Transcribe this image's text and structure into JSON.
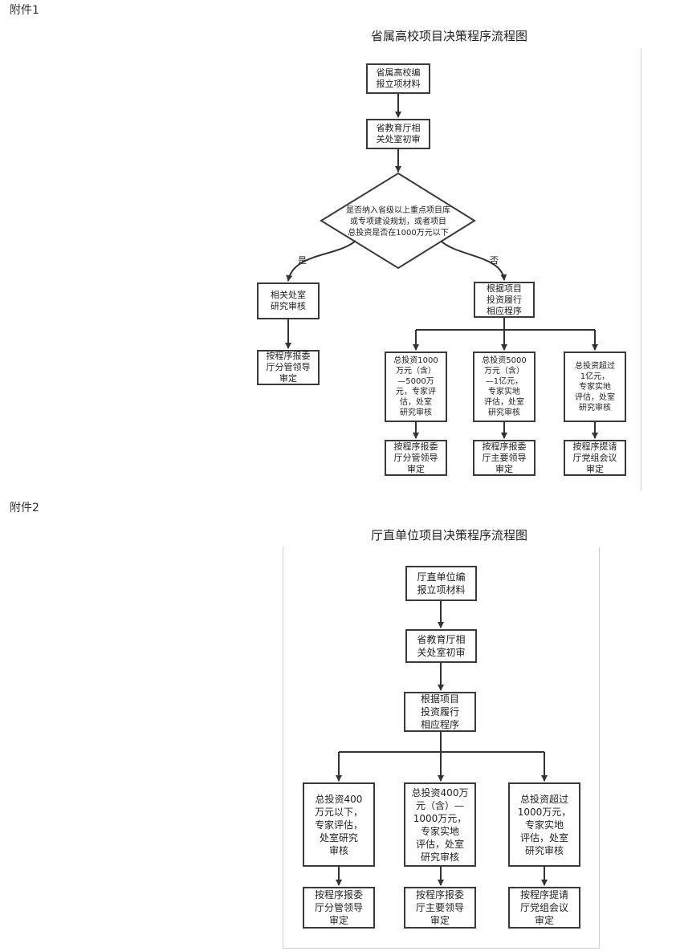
{
  "attachment1": {
    "label": "附件1",
    "title": "省属高校项目决策程序流程图",
    "nodes": {
      "submit": "省属高校编\n报立项材料",
      "prelim": "省教育厅相\n关处室初审",
      "decision": "是否纳入省级以上重点项目库\n或专项建设规划，或者项目\n总投资是否在1000万元以下",
      "yes_review": "相关处室\n研究审核",
      "yes_final": "按程序报委\n厅分管领导\n审定",
      "procedure": "根据项目\n投资履行\n相应程序",
      "tier1": "总投资1000\n万元（含）\n—5000万\n元，专家评\n估，处室\n研究审核",
      "tier2": "总投资5000\n万元（含）\n—1亿元，\n专家实地\n评估，处室\n研究审核",
      "tier3": "总投资超过\n1亿元，\n专家实地\n评估，处室\n研究审核",
      "final1": "按程序报委\n厅分管领导\n审定",
      "final2": "按程序报委\n厅主要领导\n审定",
      "final3": "按程序提请\n厅党组会议\n审定"
    },
    "edge_labels": {
      "yes": "是",
      "no": "否"
    }
  },
  "attachment2": {
    "label": "附件2",
    "title": "厅直单位项目决策程序流程图",
    "nodes": {
      "submit": "厅直单位编\n报立项材料",
      "prelim": "省教育厅相\n关处室初审",
      "procedure": "根据项目\n投资履行\n相应程序",
      "tier1": "总投资400\n万元以下，\n专家评估，\n处室研究\n审核",
      "tier2": "总投资400万\n元（含）—\n1000万元，\n专家实地\n评估，处室\n研究审核",
      "tier3": "总投资超过\n1000万元，\n专家实地\n评估，处室\n研究审核",
      "final1": "按程序报委\n厅分管领导\n审定",
      "final2": "按程序报委\n厅主要领导\n审定",
      "final3": "按程序提请\n厅党组会议\n审定"
    }
  }
}
